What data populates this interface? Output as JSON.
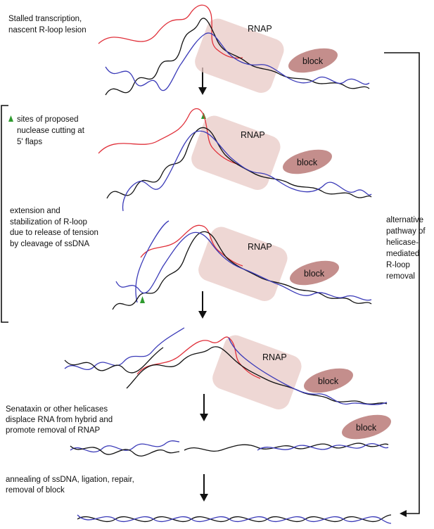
{
  "labels": {
    "stalled": [
      "Stalled transcription,",
      "nascent R-loop lesion"
    ],
    "sites": [
      "sites of proposed",
      "nuclease cutting at",
      "5' flaps"
    ],
    "extension": [
      "extension and",
      "stabilization of R-loop",
      "due to release of tension",
      "by cleavage of ssDNA"
    ],
    "alternative": [
      "alternative",
      "pathway of",
      "helicase-",
      "mediated",
      "R-loop",
      "removal"
    ],
    "senataxin": [
      "Senataxin or other helicases",
      "displace RNA from hybrid and",
      "promote removal of RNAP"
    ],
    "annealing": [
      "annealing of ssDNA, ligation, repair,",
      "removal of block"
    ]
  },
  "rnap_label": "RNAP",
  "block_label": "block",
  "colors": {
    "dna_template": "#111111",
    "dna_nontemplate": "#3a3ab8",
    "rna": "#e0303a",
    "rnap": "#e8c9c6",
    "block": "#c48e8c",
    "cut_marker": "#2e9a2e"
  }
}
